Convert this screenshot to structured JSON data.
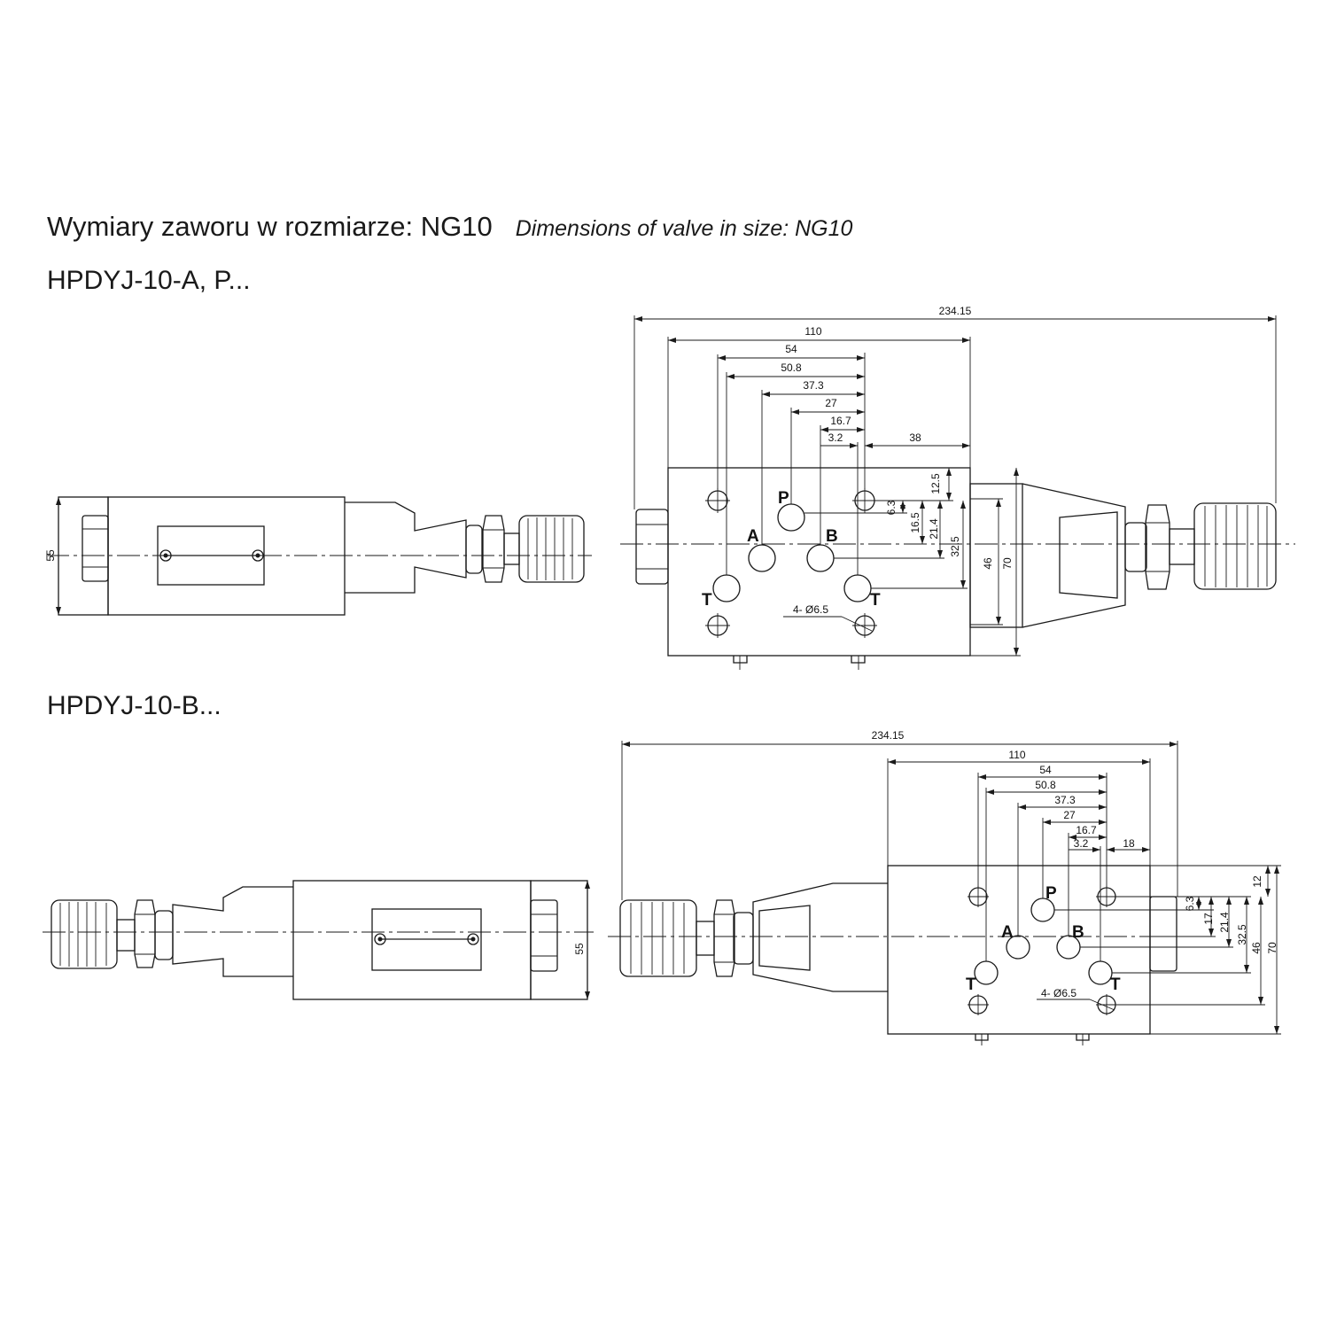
{
  "heading": {
    "polish": "Wymiary zaworu w rozmiarze: NG10",
    "english": "Dimensions of valve in size: NG10"
  },
  "variant_a": {
    "model": "HPDYJ-10-A, P...",
    "side_height": "55",
    "overall_length": "234.15",
    "body_length": "110",
    "bolt_spacing": "54",
    "dim_50_8": "50.8",
    "dim_37_3": "37.3",
    "dim_27": "27",
    "dim_16_7": "16.7",
    "dim_3_2": "3.2",
    "edge_offset": "38",
    "v_12_5": "12.5",
    "v_6_3": "6.3",
    "v_16_5": "16.5",
    "v_21_4": "21.4",
    "v_32_5": "32.5",
    "v_46": "46",
    "v_70": "70",
    "holes": "4- Ø6.5",
    "port_p": "P",
    "port_a": "A",
    "port_b": "B",
    "port_t1": "T",
    "port_t2": "T"
  },
  "variant_b": {
    "model": "HPDYJ-10-B...",
    "side_height": "55",
    "overall_length": "234.15",
    "body_length": "110",
    "bolt_spacing": "54",
    "dim_50_8": "50.8",
    "dim_37_3": "37.3",
    "dim_27": "27",
    "dim_16_7": "16.7",
    "dim_3_2": "3.2",
    "edge_offset": "18",
    "v_12": "12",
    "v_6_3": "6.3",
    "v_17": "17",
    "v_21_4": "21.4",
    "v_32_5": "32.5",
    "v_46": "46",
    "v_70": "70",
    "holes": "4- Ø6.5",
    "port_p": "P",
    "port_a": "A",
    "port_b": "B",
    "port_t1": "T",
    "port_t2": "T"
  }
}
